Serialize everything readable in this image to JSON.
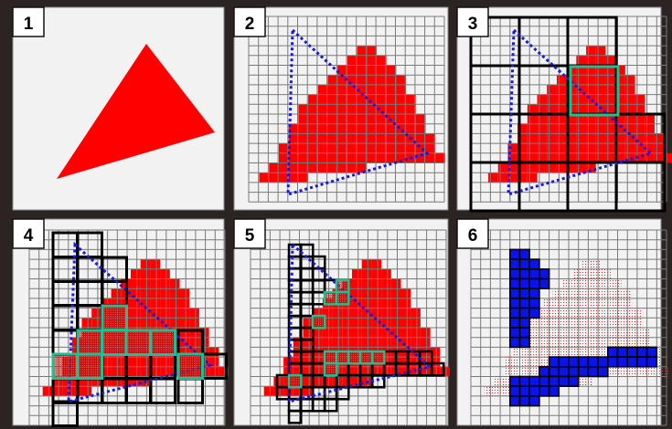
{
  "panels": [
    {
      "label": "1"
    },
    {
      "label": "2"
    },
    {
      "label": "3"
    },
    {
      "label": "4"
    },
    {
      "label": "5"
    },
    {
      "label": "6"
    }
  ],
  "colors": {
    "background": "#2b2422",
    "panel_fill": "#f2f2f2",
    "grid_line": "#7a7a7a",
    "triangle_fill": "#ff0000",
    "edge_dotted": "#1a1ad8",
    "block_outline": "#000000",
    "highlight_outline": "#1fbf8f",
    "result_fill": "#0a14e6"
  }
}
